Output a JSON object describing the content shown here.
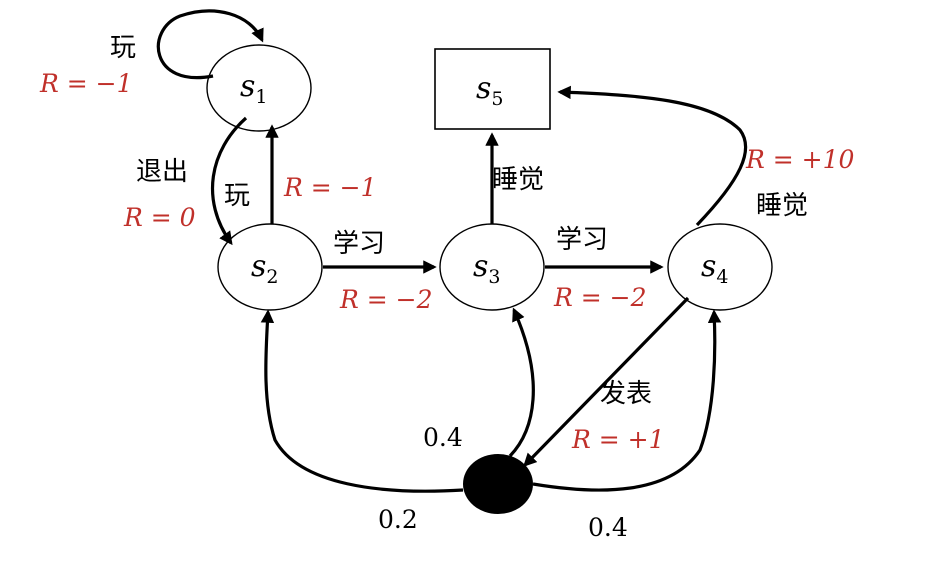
{
  "colors": {
    "reward": "#c0302a",
    "ink": "#000000"
  },
  "states": {
    "s1": {
      "symbol": "s",
      "sub": "1"
    },
    "s2": {
      "symbol": "s",
      "sub": "2"
    },
    "s3": {
      "symbol": "s",
      "sub": "3"
    },
    "s4": {
      "symbol": "s",
      "sub": "4"
    },
    "s5": {
      "symbol": "s",
      "sub": "5"
    }
  },
  "transitions": {
    "s1_play_self": {
      "action": "玩",
      "reward": "R = −1"
    },
    "s1_to_s2": {
      "action": "退出",
      "reward": "R = 0"
    },
    "s2_to_s1": {
      "action": "玩",
      "reward": "R = −1"
    },
    "s2_to_s3": {
      "action": "学习",
      "reward": "R = −2"
    },
    "s3_to_s4": {
      "action": "学习",
      "reward": "R = −2"
    },
    "s3_to_s5": {
      "action": "睡觉"
    },
    "s4_to_s5": {
      "action": "睡觉",
      "reward": "R = +10"
    },
    "s4_to_chance": {
      "action": "发表",
      "reward": "R = +1"
    }
  },
  "probabilities": {
    "to_s2": "0.2",
    "to_s3": "0.4",
    "to_s4": "0.4"
  }
}
